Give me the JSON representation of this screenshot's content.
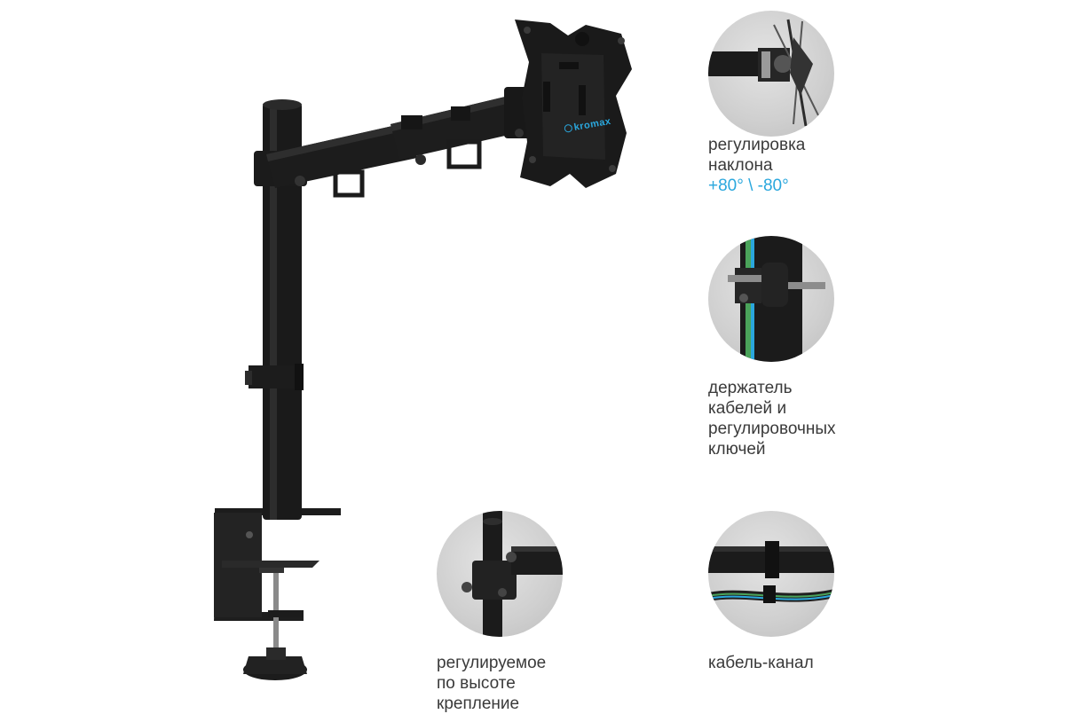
{
  "product": {
    "brand": "kromax"
  },
  "features": [
    {
      "id": "tilt",
      "lines": [
        "регулировка",
        "наклона"
      ],
      "accent": "+80° \\ -80°"
    },
    {
      "id": "cable-holder",
      "lines": [
        "держатель",
        "кабелей и",
        "регулировочных",
        "ключей"
      ]
    },
    {
      "id": "height",
      "lines": [
        "регулируемое",
        "по высоте",
        "крепление"
      ]
    },
    {
      "id": "cable-channel",
      "lines": [
        "кабель-канал"
      ]
    }
  ],
  "colors": {
    "accent": "#2aa7dd",
    "caption_text": "#3a3a3a",
    "metal": "#1c1c1c",
    "circle_bg": "#d4d4d4"
  }
}
